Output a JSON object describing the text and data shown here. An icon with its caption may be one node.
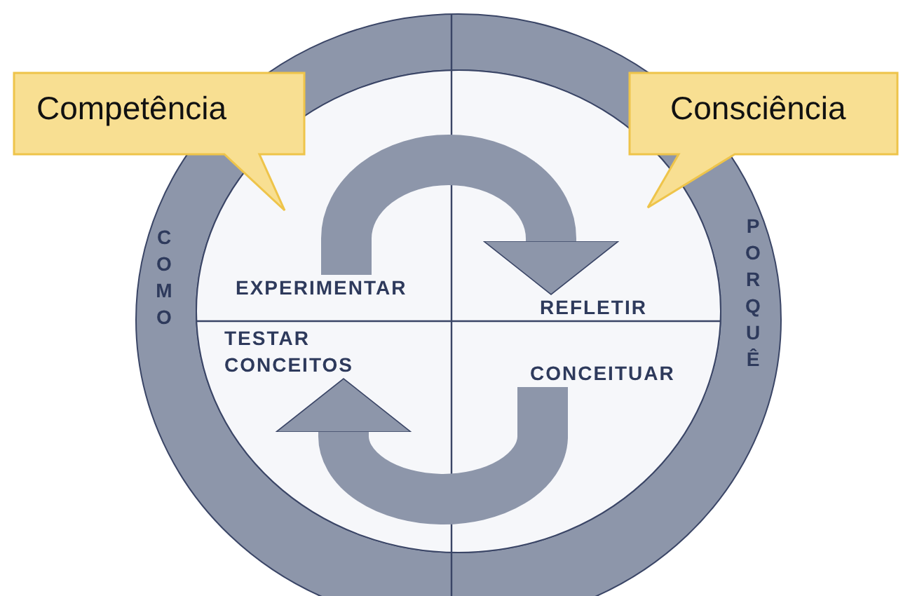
{
  "diagram": {
    "nodes": [
      {
        "text": [
          "Competência"
        ]
      },
      {
        "text": [
          "Consciência"
        ]
      },
      {
        "text": [
          "EXPERIMENTAR"
        ]
      },
      {
        "text": [
          "REFLETIR"
        ]
      },
      {
        "text": [
          "TESTAR CONCEITOS"
        ]
      },
      {
        "text": [
          "CONCEITUAR"
        ]
      }
    ],
    "edges": [
      {
        "from": 2,
        "to": 3,
        "arrow": "to"
      },
      {
        "from": 5,
        "to": 4,
        "arrow": "to"
      }
    ],
    "labels": [
      "COMO",
      "PORQUÊ"
    ]
  }
}
